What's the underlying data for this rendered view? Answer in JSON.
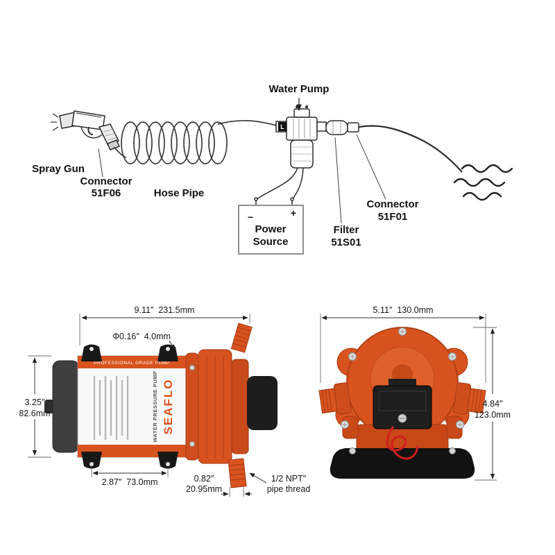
{
  "colors": {
    "pump_orange": "#d9531f",
    "pump_orange_dark": "#a33912",
    "line_black": "#2b2b2b",
    "wire_red": "#cf1f1f"
  },
  "schematic": {
    "water_pump_label": "Water Pump",
    "spray_gun_label": "Spray Gun",
    "connector_51f06": {
      "line1": "Connector",
      "line2": "51F06"
    },
    "hose_pipe_label": "Hose Pipe",
    "power_source": {
      "line1": "Power",
      "line2": "Source",
      "minus": "−",
      "plus": "+"
    },
    "filter_51s01": {
      "line1": "Filter",
      "line2": "51S01"
    },
    "connector_51f01": {
      "line1": "Connector",
      "line2": "51F01"
    },
    "pump_inlet_marker": "L"
  },
  "side_view": {
    "length_dim": "9.11″  231.5mm",
    "hole_dim": "Φ0.16″  4.0mm",
    "height_dim": {
      "line1": "3.25″",
      "line2": "82.6mm"
    },
    "feet_spacing_dim": "2.87″  73.0mm",
    "port_dim": {
      "line1": "0.82″",
      "line2": "20.95mm"
    },
    "thread_note": {
      "line1": "1/2 NPT″",
      "line2": "pipe thread"
    },
    "label": {
      "brand": "SEAFLO",
      "product": "WATER PRESSURE PUMP",
      "tagline": "PROFESSIONAL GRADE PUMP"
    }
  },
  "front_view": {
    "width_dim": "5.11″  130.0mm",
    "height_dim": {
      "line1": "4.84″",
      "line2": "123.0mm"
    }
  }
}
